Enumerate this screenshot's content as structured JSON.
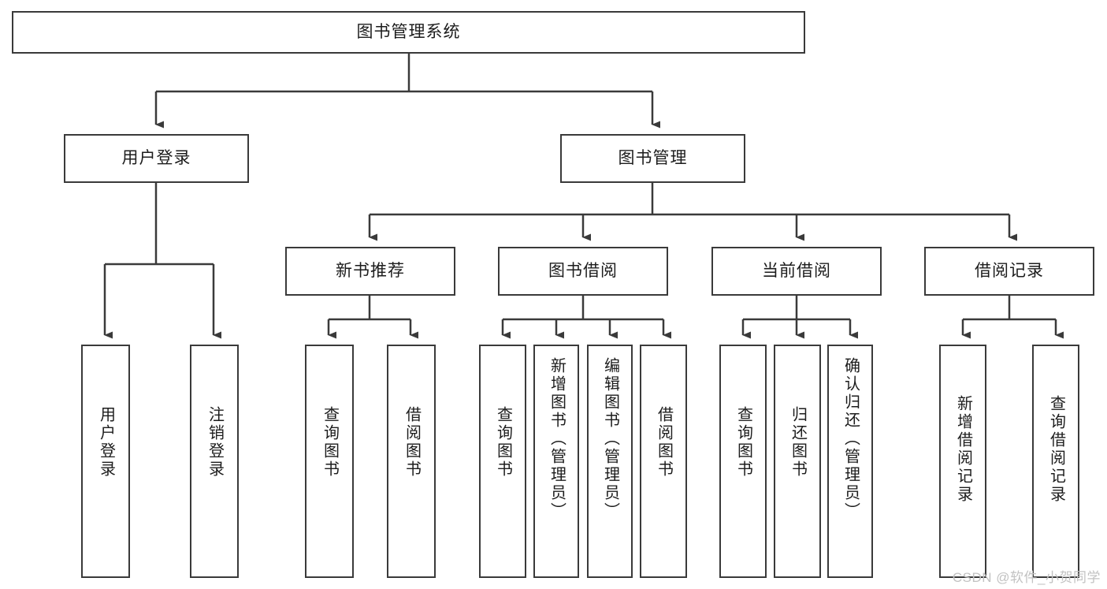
{
  "diagram": {
    "title": "图书管理系统",
    "type": "tree",
    "colors": {
      "stroke": "#3a3a3a",
      "fill": "#ffffff",
      "text": "#1c1c1c",
      "watermark": "#c2c2c2"
    },
    "root": {
      "label": "图书管理系统"
    },
    "level2": [
      {
        "label": "用户登录"
      },
      {
        "label": "图书管理"
      }
    ],
    "level3": [
      {
        "label": "新书推荐"
      },
      {
        "label": "图书借阅"
      },
      {
        "label": "当前借阅"
      },
      {
        "label": "借阅记录"
      }
    ],
    "leaves": {
      "user_login": [
        {
          "label": "用户登录"
        },
        {
          "label": "注销登录"
        }
      ],
      "new_book": [
        {
          "label": "查询图书"
        },
        {
          "label": "借阅图书"
        }
      ],
      "book_borrow": [
        {
          "label": "查询图书"
        },
        {
          "label": "新增图书（管理员）"
        },
        {
          "label": "编辑图书（管理员）"
        },
        {
          "label": "借阅图书"
        }
      ],
      "current_borrow": [
        {
          "label": "查询图书"
        },
        {
          "label": "归还图书"
        },
        {
          "label": "确认归还（管理员）"
        }
      ],
      "borrow_record": [
        {
          "label": "新增借阅记录"
        },
        {
          "label": "查询借阅记录"
        }
      ]
    }
  },
  "watermark": {
    "text": "CSDN @软件_小贺同学"
  }
}
